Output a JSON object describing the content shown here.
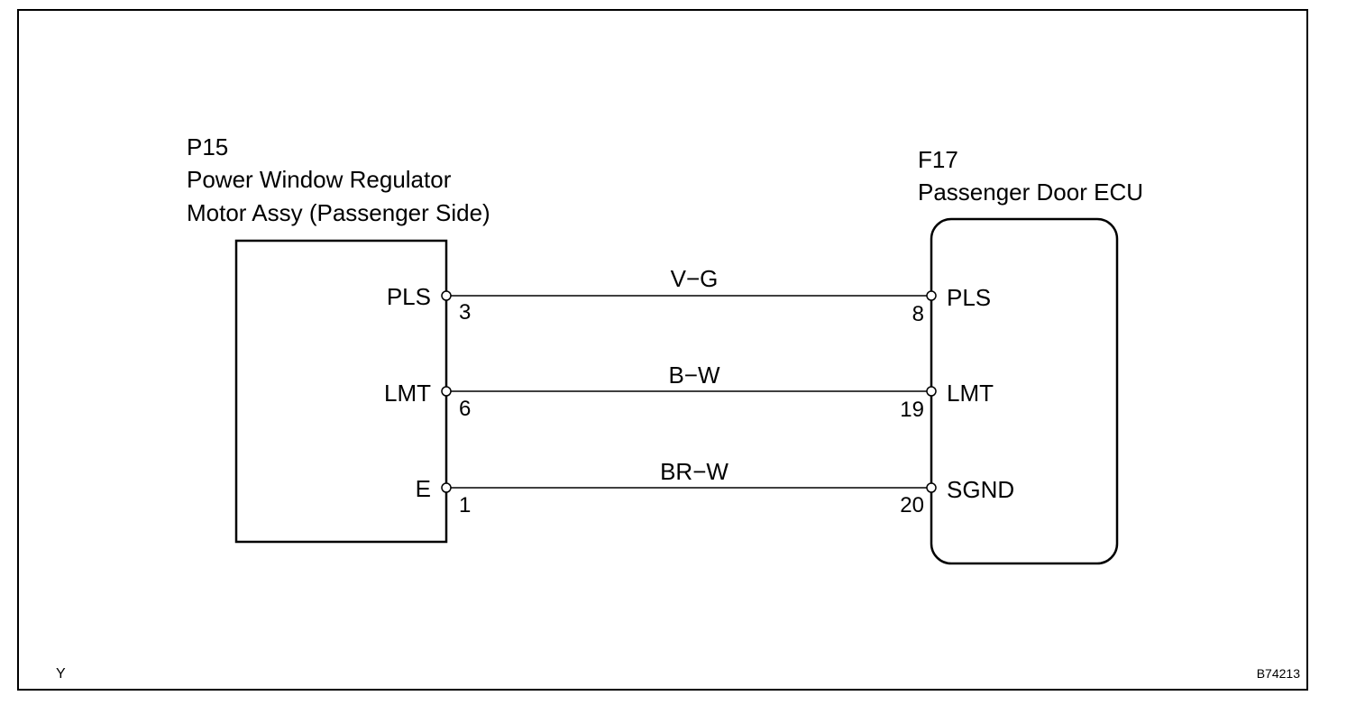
{
  "left_component": {
    "code": "P15",
    "name_line1": "Power Window Regulator",
    "name_line2": "Motor Assy (Passenger Side)"
  },
  "right_component": {
    "code": "F17",
    "name": "Passenger Door ECU"
  },
  "connections": [
    {
      "left_signal": "PLS",
      "left_pin": "3",
      "wire_color": "V−G",
      "right_pin": "8",
      "right_signal": "PLS"
    },
    {
      "left_signal": "LMT",
      "left_pin": "6",
      "wire_color": "B−W",
      "right_pin": "19",
      "right_signal": "LMT"
    },
    {
      "left_signal": "E",
      "left_pin": "1",
      "wire_color": "BR−W",
      "right_pin": "20",
      "right_signal": "SGND"
    }
  ],
  "corner_label_left": "Y",
  "figure_id": "B74213"
}
